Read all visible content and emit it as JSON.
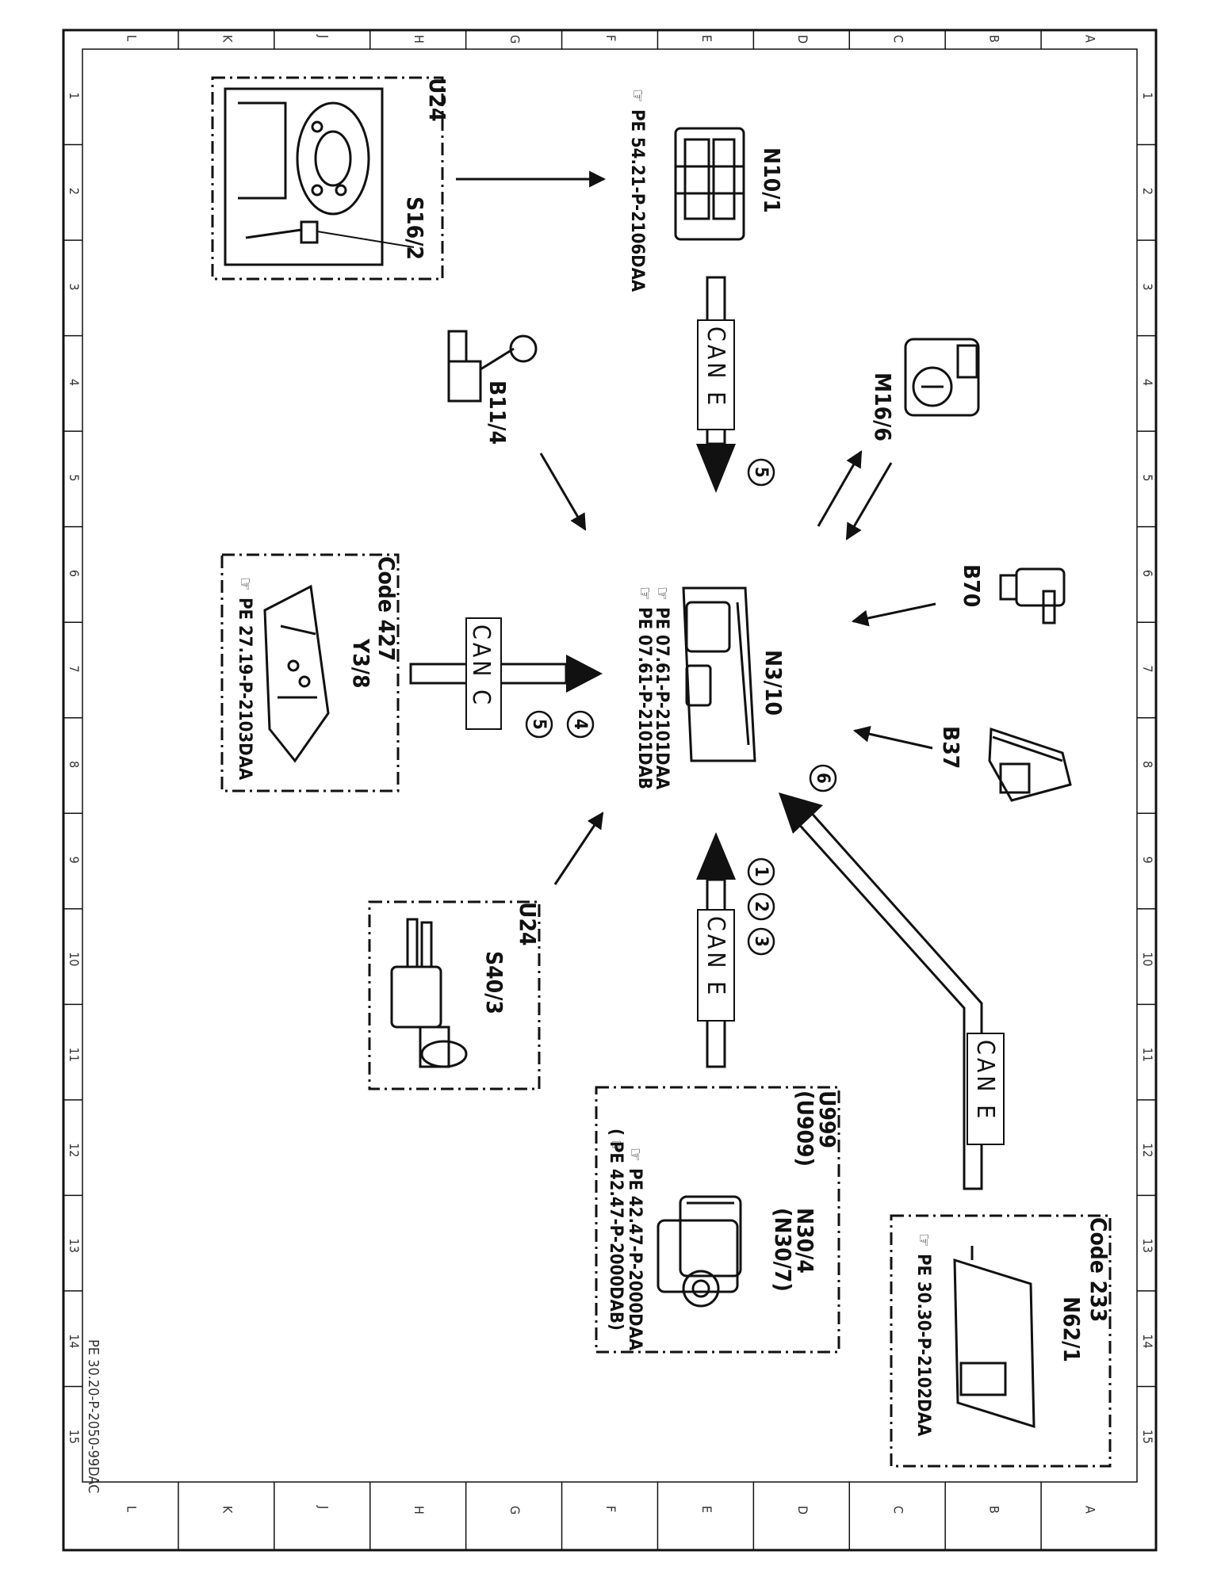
{
  "grid": {
    "rows": [
      "L",
      "K",
      "J",
      "H",
      "G",
      "F",
      "E",
      "D",
      "C",
      "B",
      "A"
    ],
    "cols": [
      "1",
      "2",
      "3",
      "4",
      "5",
      "6",
      "7",
      "8",
      "9",
      "10",
      "11",
      "12",
      "13",
      "14",
      "15"
    ]
  },
  "footer": "PE 30.20-P-2050-99DAC",
  "components": {
    "u24_top": "U24",
    "s16_2": "S16/2",
    "n10_1": "N10/1",
    "n10_1_ref": "PE 54.21-P-2106DAA",
    "b11_4": "B11/4",
    "m16_6": "M16/6",
    "n3_10": "N3/10",
    "n3_10_ref1": "PE 07.61-P-2101DAA",
    "n3_10_ref2": "PE 07.61-P-2101DAB",
    "b70": "B70",
    "b37": "B37",
    "code427": "Code 427",
    "y3_8": "Y3/8",
    "y3_8_ref": "PE 27.19-P-2103DAA",
    "u24_bottom": "U24",
    "s40_3": "S40/3",
    "u999": "U999",
    "u909": "(U909)",
    "n30_4": "N30/4",
    "n30_7": "(N30/7)",
    "n30_ref1": "PE 42.47-P-2000DAA",
    "n30_ref2": "(    PE 42.47-P-2000DAB)",
    "code233": "Code 233",
    "n62_1": "N62/1",
    "n62_1_ref": "PE 30.30-P-2102DAA"
  },
  "buses": {
    "top": "CAN E",
    "left": "CAN C",
    "bottom": "CAN E",
    "right": "CAN E"
  },
  "markers": [
    "1",
    "2",
    "3",
    "4",
    "5",
    "5",
    "6"
  ]
}
